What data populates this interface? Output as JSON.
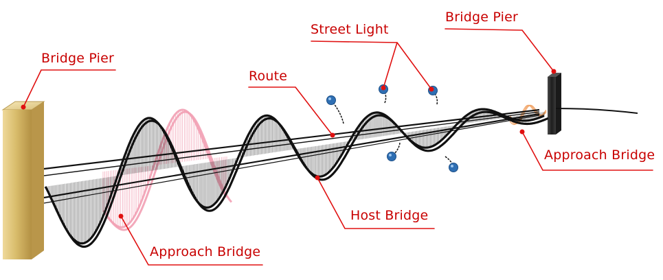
{
  "labels": {
    "bridge_pier_left": "Bridge Pier",
    "bridge_pier_right": "Bridge Pier",
    "street_light": "Street Light",
    "route": "Route",
    "host_bridge": "Host Bridge",
    "approach_bridge_left": "Approach Bridge",
    "approach_bridge_right": "Approach Bridge"
  },
  "colors": {
    "callout": "#e01010",
    "helix_main": "#111111",
    "helix_approach": "#f2a0b4",
    "pier_left": "#d9bf73",
    "pier_right": "#2a2a2a",
    "street_light": "#2f6fb3"
  },
  "icons": [
    "bridge-pier-left-icon",
    "bridge-pier-right-icon",
    "street-light-icon"
  ]
}
